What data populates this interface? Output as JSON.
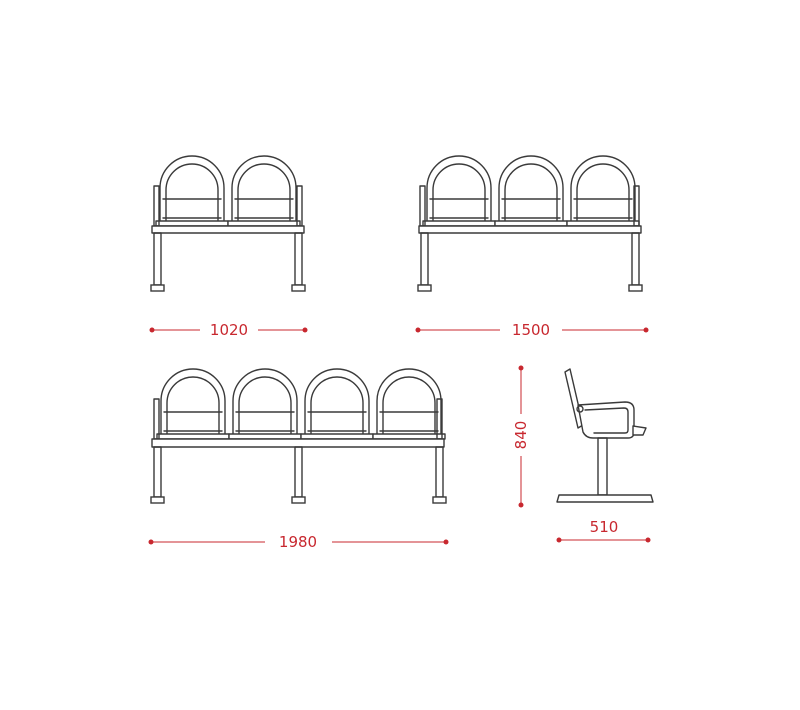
{
  "colors": {
    "line": "#3a3a3a",
    "dimension": "#c8282f",
    "background": "#ffffff"
  },
  "benches": [
    {
      "id": "two-seat",
      "seats": 2,
      "width_label": "1020"
    },
    {
      "id": "three-seat",
      "seats": 3,
      "width_label": "1500"
    },
    {
      "id": "four-seat",
      "seats": 4,
      "width_label": "1980"
    }
  ],
  "side_view": {
    "height_label": "840",
    "depth_label": "510"
  }
}
